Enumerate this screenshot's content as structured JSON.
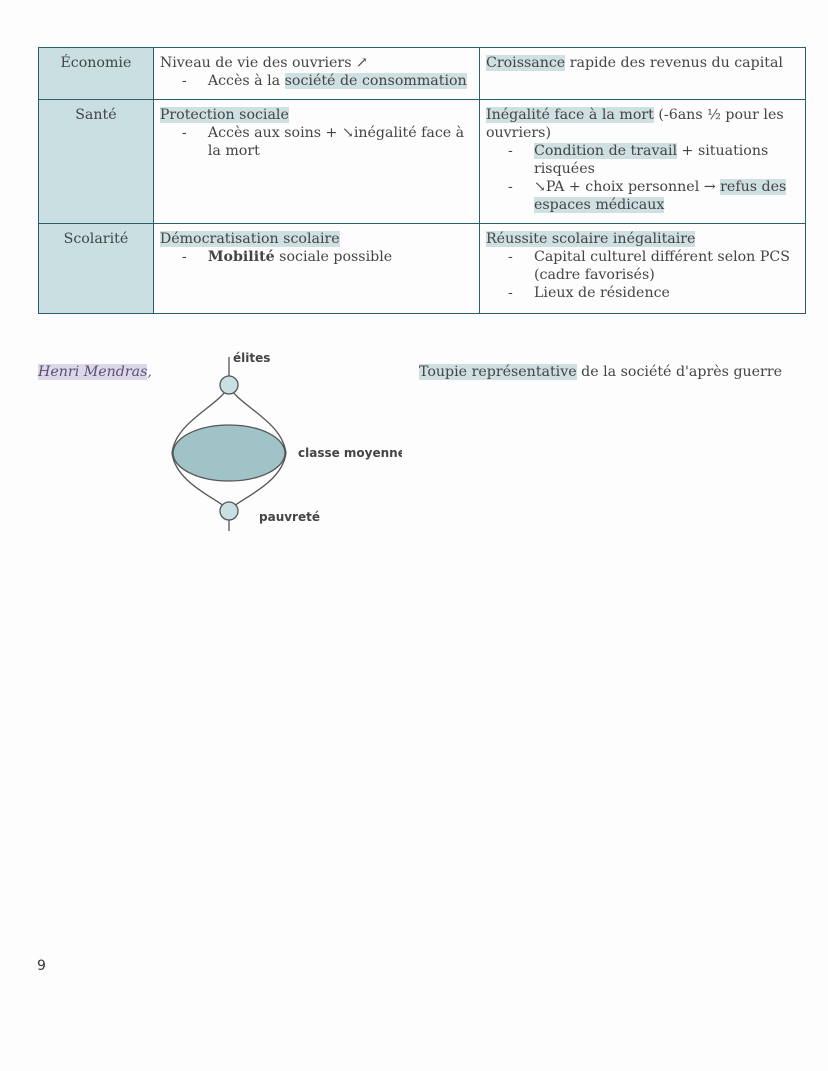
{
  "table": {
    "rows": [
      {
        "header": "Économie",
        "left_main_pre": "Niveau de vie des ouvriers ↗",
        "left_sub": [
          {
            "pre": "Accès à la ",
            "hl": "société de consommation"
          }
        ],
        "right_main_hl": "Croissance",
        "right_main_post": " rapide des revenus du capital"
      },
      {
        "header": "Santé",
        "left_main_hl": "Protection sociale",
        "left_sub": [
          {
            "pre": "Accès aux soins + ↘inégalité face à la mort"
          }
        ],
        "right_main_hl": "Inégalité face à la mort",
        "right_main_post": " (-6ans ½ pour les ouvriers)",
        "right_sub": [
          {
            "hl": "Condition de travail",
            "post": " + situations risquées"
          },
          {
            "pre": "↘PA + choix personnel → ",
            "hl": "refus des espaces médicaux"
          }
        ]
      },
      {
        "header": "Scolarité",
        "left_main_hl": "Démocratisation scolaire",
        "left_sub": [
          {
            "bold": "Mobilité",
            "post": " sociale possible"
          }
        ],
        "right_main_hl": "Réussite scolaire inégalitaire",
        "right_sub": [
          {
            "pre": "Capital culturel différent selon PCS (cadre favorisés)"
          },
          {
            "pre": "Lieux de résidence"
          }
        ]
      }
    ]
  },
  "mendras": {
    "name": "Henri Mendras",
    "comma": ","
  },
  "caption": {
    "hl": "Toupie représentative",
    "post": " de la société d'après guerre"
  },
  "diagram": {
    "label_top": "élites",
    "label_mid": "classe moyenne",
    "label_bottom": "pauvreté",
    "fill_color": "#9fc3c6",
    "stroke_color": "#555555"
  },
  "page_number": "9"
}
